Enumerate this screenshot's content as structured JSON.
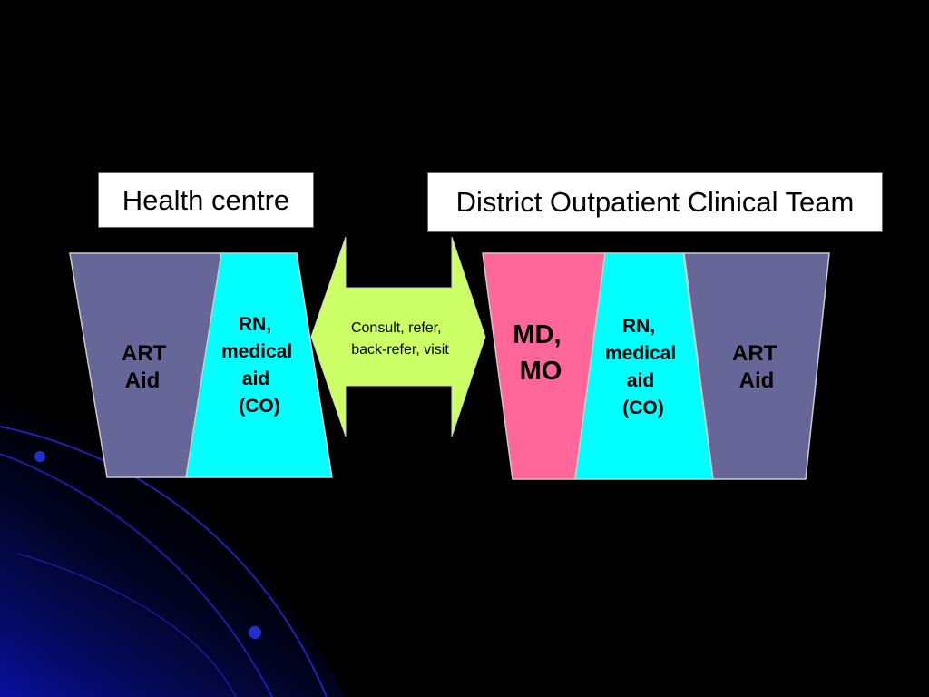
{
  "health_centre": {
    "title": "Health centre",
    "art_aid": {
      "lines": [
        "ART",
        "Aid"
      ]
    },
    "rn": {
      "lines": [
        "RN,",
        "medical",
        "aid",
        "(CO)"
      ]
    }
  },
  "district_team": {
    "title": "District Outpatient Clinical Team",
    "md": {
      "lines": [
        "MD,",
        "MO"
      ]
    },
    "rn": {
      "lines": [
        "RN,",
        "medical",
        "aid",
        "(CO)"
      ]
    },
    "art_aid": {
      "lines": [
        "ART",
        "Aid"
      ]
    }
  },
  "arrow": {
    "lines": [
      "Consult, refer,",
      "back-refer, visit"
    ]
  },
  "colors": {
    "art_aid": "#666699",
    "rn": "#00ffff",
    "md": "#ff6699",
    "arrow": "#ccff66",
    "background": "#000000"
  }
}
